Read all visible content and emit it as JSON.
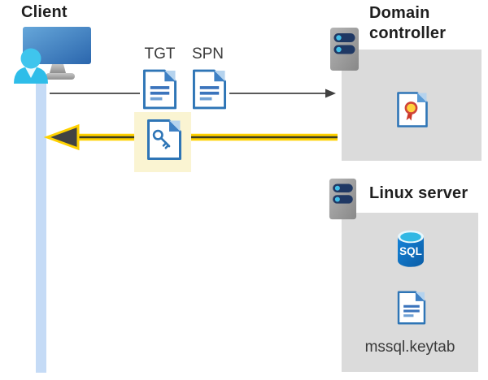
{
  "client": {
    "label": "Client"
  },
  "flow": {
    "tgt_label": "TGT",
    "spn_label": "SPN"
  },
  "domain_controller": {
    "label": "Domain controller"
  },
  "linux_server": {
    "label": "Linux server",
    "sql_badge": "SQL",
    "keytab_label": "mssql.keytab"
  },
  "colors": {
    "request_arrow_gray": "#5a5a5a",
    "response_arrow_yellow": "#ffd100",
    "response_arrow_core": "#3d3d20",
    "highlight_box": "#faf4d2",
    "panel_gray": "#dbdbdb",
    "document_blue": "#2e75b6",
    "lifeline_blue": "#c5dbf6",
    "server_bar_navy": "#1f3864",
    "server_dot_cyan": "#41bee8",
    "person_cyan": "#35c2ea",
    "sql_body_blue": "#0f6cb4",
    "certificate_red": "#cc3728",
    "certificate_gold": "#ffd23e"
  }
}
